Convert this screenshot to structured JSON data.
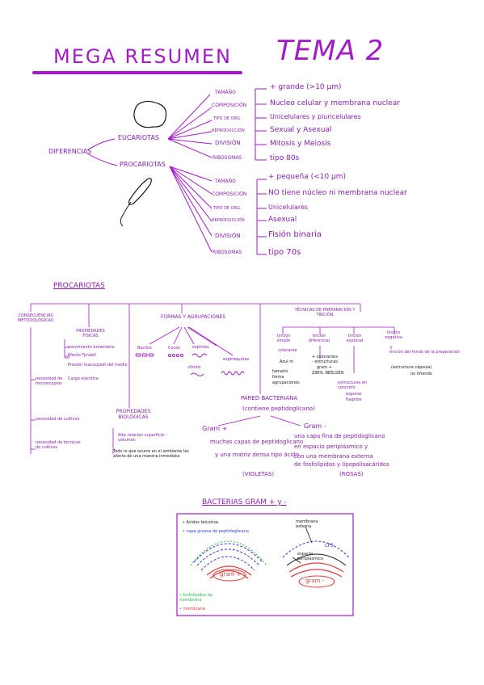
{
  "title": {
    "main": "MEGA RESUMEN",
    "tema": "TEMA 2"
  },
  "diferencias": {
    "root": "DIFERENCIAS",
    "eucariotas": {
      "label": "EUCARIOTAS",
      "rows": [
        {
          "k": "TAMAÑO",
          "v": "+ grande (>10 µm)"
        },
        {
          "k": "COMPOSICIÓN",
          "v": "Nucleo celular y membrana nuclear"
        },
        {
          "k": "TIPO DE ORG.",
          "v": "Unicelulares y pluricelulares"
        },
        {
          "k": "REPRODUCCIÓN",
          "v": "Sexual y Asexual"
        },
        {
          "k": "DIVISIÓN",
          "v": "Mitosis y Meiosis"
        },
        {
          "k": "RIBOSOMAS",
          "v": "tipo 80s"
        }
      ]
    },
    "procariotas": {
      "label": "PROCARIOTAS",
      "rows": [
        {
          "k": "TAMAÑO",
          "v": "+ pequeña (<10 µm)"
        },
        {
          "k": "COMPOSICIÓN",
          "v": "NO tiene núcleo ni membrana nuclear"
        },
        {
          "k": "TIPO DE ORG.",
          "v": "Unicelulares"
        },
        {
          "k": "REPRODUCCIÓN",
          "v": "Asexual"
        },
        {
          "k": "DIVISIÓN",
          "v": "Fisión binaria"
        },
        {
          "k": "RIBOSOMAS",
          "v": "tipo 70s"
        }
      ]
    }
  },
  "procariotas_map": {
    "title": "PROCARIOTAS",
    "consecuencias": {
      "label": "CONSECUENCIAS METODOLÓGICAS",
      "items": [
        "necesidad de microscopios",
        "necesidad de cultivos",
        "necesidad de técnicas de cultivos"
      ]
    },
    "fisicas": {
      "label": "PROPIEDADES FÍSICAS",
      "items": [
        "movimiento browniano",
        "Efecto Tyndall",
        "Presión fuacocpedi del medio",
        "Carga eléctrica"
      ]
    },
    "biologicas": {
      "label": "PROPIEDADES BIOLÓGICAS",
      "items": [
        "Alta relación superficie - volumen",
        "Todo lo que ocurre en el ambiente les afecta de una manera inmediata"
      ]
    },
    "formas": {
      "label": "FORMAS Y AGRUPACIONES",
      "items": [
        "Bacilos",
        "Cocos",
        "espirilos",
        "vibrios",
        "espiroquetas"
      ]
    },
    "tecnicas": {
      "label": "TÉCNICAS DE PREPARACIÓN Y TINCIÓN",
      "simple": {
        "label": "tinción simple",
        "items": [
          "colorante",
          "Azul m",
          "tamaño",
          "forma",
          "agrupaciones"
        ]
      },
      "diferencial": {
        "label": "tinción diferencial",
        "items": [
          "+ colorantes",
          "- estructuras",
          "gram +",
          "ZIEHL NEELSEN"
        ]
      },
      "especial": {
        "label": "tinción especial",
        "items": [
          "estructuras en concreto",
          "esporas",
          "flagelos"
        ]
      },
      "negativa": {
        "label": "tinción negativa",
        "items": [
          "tinción del fondo de la preparación",
          "(estructura cápsula)",
          "no tiñendo"
        ]
      }
    },
    "pared": {
      "label": "PARED BACTERIANA",
      "sub": "(contiene peptidoglicano)",
      "gram_pos": {
        "label": "Gram +",
        "lines": [
          "muchas capas de peptidoglicano",
          "y una matriz densa tipo ácido",
          "(VIOLETAS)"
        ]
      },
      "gram_neg": {
        "label": "Gram -",
        "lines": [
          "una capa fina de peptidoglicano",
          "en espacio periplásmico y",
          "con una membrana externa",
          "de fosfolípidos y lipopolisacáridos",
          "(ROSAS)"
        ]
      }
    }
  },
  "bacterias": {
    "title": "BACTERIAS GRAM + y -",
    "legend": [
      "Ácidos teicoicos",
      "capa gruesa de peptidoglicano",
      "fosfolípidos de membrana",
      "membrana"
    ],
    "labels": {
      "pos": "gram +",
      "neg": "gram -",
      "membrana_ext": "membrana externa",
      "lps": "LPS",
      "peri": "espacio periplásmico"
    }
  },
  "colors": {
    "purple": "#a21cc6",
    "blue": "#2a3fd8",
    "green": "#2fb24d",
    "red": "#e23b3b"
  }
}
